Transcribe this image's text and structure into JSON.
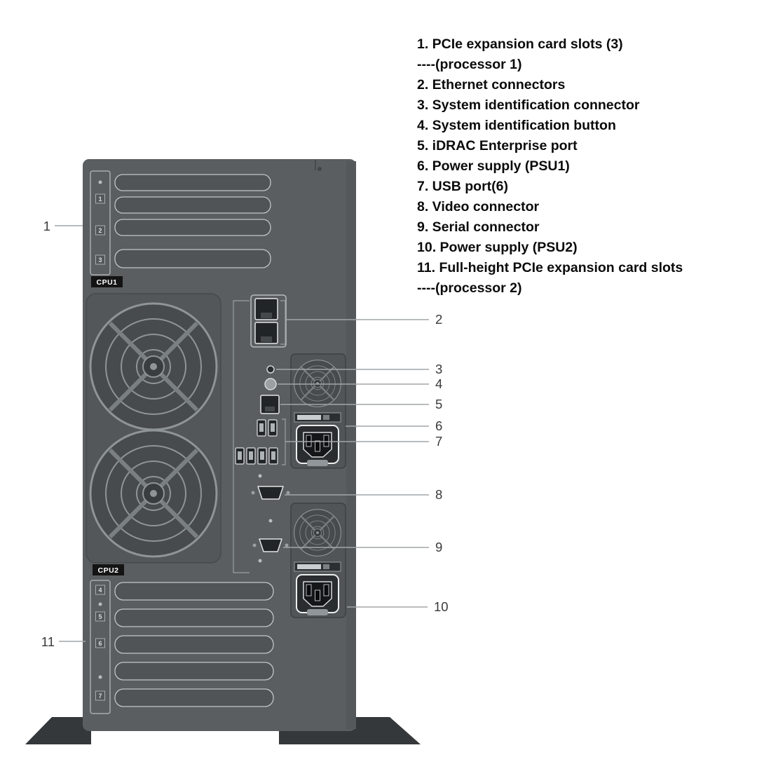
{
  "legend": {
    "items": [
      "1. PCIe expansion card slots (3)",
      "----(processor 1)",
      "2. Ethernet connectors",
      "3. System identification connector",
      "4. System identification button",
      "5. iDRAC Enterprise port",
      "6. Power supply (PSU1)",
      "7. USB port(6)",
      "8. Video connector",
      "9. Serial connector",
      "10. Power supply (PSU2)",
      "11. Full-height PCIe expansion card slots",
      "----(processor 2)"
    ]
  },
  "callouts": {
    "n1": "1",
    "n2": "2",
    "n3": "3",
    "n4": "4",
    "n5": "5",
    "n6": "6",
    "n7": "7",
    "n8": "8",
    "n9": "9",
    "n10": "10",
    "n11": "11"
  },
  "chassis": {
    "cpu1_label": "CPU1",
    "cpu2_label": "CPU2",
    "top_slot_labels": [
      "1",
      "2",
      "3"
    ],
    "bottom_slot_labels": [
      "4",
      "5",
      "6",
      "7"
    ]
  },
  "colors": {
    "chassis_gray": "#5a5e61",
    "panel_dark": "#2a2d2f",
    "callout_line": "#a2a6a8",
    "legend_text": "#0b0b0b"
  }
}
